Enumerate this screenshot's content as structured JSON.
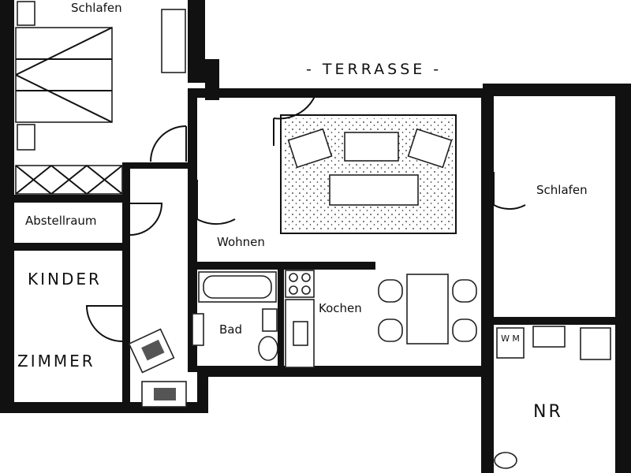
{
  "plan": {
    "rooms": {
      "schlafen_top": "Schlafen",
      "terrasse": "- TERRASSE -",
      "schlafen_right": "Schlafen",
      "abstellraum": "Abstellraum",
      "wohnen": "Wohnen",
      "kinder": "KINDER",
      "zimmer": "ZIMMER",
      "bad": "Bad",
      "kochen": "Kochen",
      "nr": "NR"
    },
    "fixtures": {
      "washing_machine": "W M"
    }
  }
}
